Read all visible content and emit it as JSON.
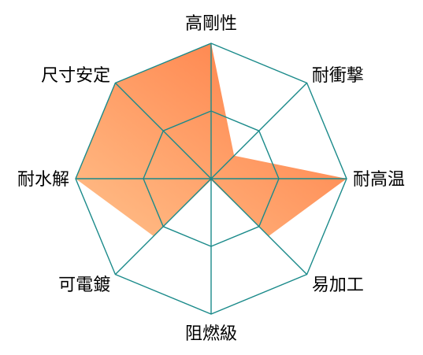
{
  "chart_data": {
    "type": "radar",
    "axes": [
      "高剛性",
      "耐衝撃",
      "耐高温",
      "易加工",
      "阻燃級",
      "可電鍍",
      "耐水解",
      "尺寸安定"
    ],
    "series": [
      {
        "values": [
          5,
          1.2,
          5,
          3,
          0.05,
          3,
          5,
          5
        ]
      }
    ],
    "rmax": 5,
    "ring_levels": [
      2.5,
      5
    ],
    "grid": true,
    "legend": "none",
    "colors": {
      "fill_start": "#ffc08a",
      "fill_end": "#ff7840",
      "grid": "#1a8a8a"
    }
  }
}
